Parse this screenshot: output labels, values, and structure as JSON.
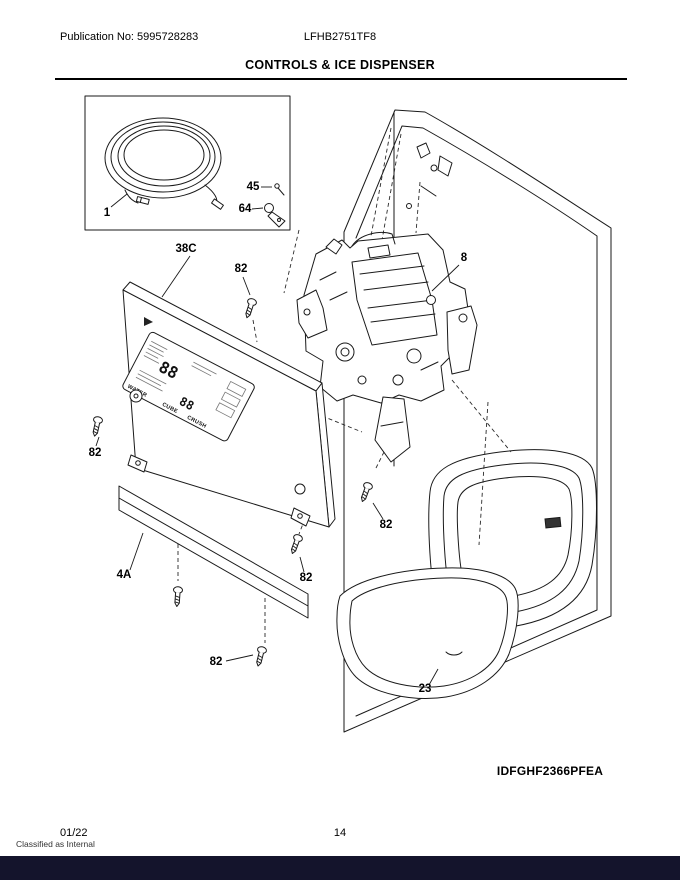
{
  "header": {
    "publication": "Publication No: 5995728283",
    "model": "LFHB2751TF8",
    "title": "CONTROLS & ICE DISPENSER"
  },
  "diagram": {
    "part_code": "IDFGHF2366PFEA",
    "callouts": {
      "coil": "1",
      "pin": "45",
      "clamp": "64",
      "panel": "38C",
      "screw": "82",
      "module": "8",
      "trim": "4A",
      "tray": "23"
    },
    "panel_display": {
      "digits_top": "88",
      "digits_bottom": "88",
      "buttons": [
        "WATER",
        "CUBE",
        "CRUSH"
      ]
    }
  },
  "footer": {
    "date": "01/22",
    "page": "14",
    "classification": "Classified as Internal"
  },
  "colors": {
    "bottom_bar": "#14142c",
    "line": "#1a1a1a",
    "background": "#ffffff"
  }
}
